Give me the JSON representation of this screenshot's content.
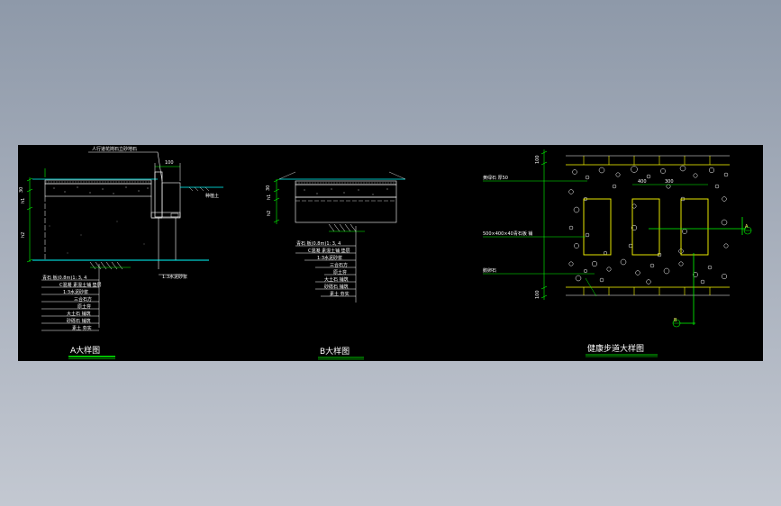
{
  "drawings": [
    {
      "title": "A大样图",
      "top_note": "人行道花岗石立砂地石",
      "dims": [
        "100",
        "h1",
        "h2",
        "30"
      ],
      "right_note": "种植土",
      "bottom_note": "1:3水泥砂浆",
      "layers": [
        "青石 板(0.8m)1: 3, 4",
        "C混凝 素混土铺 垫层",
        "1:3水泥砂浆",
        "三合石方",
        "原土夯",
        "大土石 铺筑",
        "砂砾石 铺筑",
        "素土 夯实"
      ]
    },
    {
      "title": "B大样图",
      "dims": [
        "30",
        "h1",
        "h2"
      ],
      "layers": [
        "青石 板(0.8m)1: 3, 4",
        "C混凝 素混土铺 垫层",
        "1:3水泥砂浆",
        "三合石方",
        "原土夯",
        "大土石 铺筑",
        "砂砾石 铺筑",
        "素土 夯实"
      ]
    },
    {
      "title": "健康步道大样图",
      "dims": [
        "100",
        "400",
        "300",
        "100"
      ],
      "labels": [
        "黄绿石 厚50",
        "500×400×40青石板 铺",
        "鹅卵石"
      ],
      "callouts": [
        "A",
        "B"
      ]
    }
  ],
  "colors": {
    "line": "#ffffff",
    "dim": "#00ff00",
    "accent": "#ffff00",
    "ground": "#00ffff",
    "text": "#ffffff"
  }
}
